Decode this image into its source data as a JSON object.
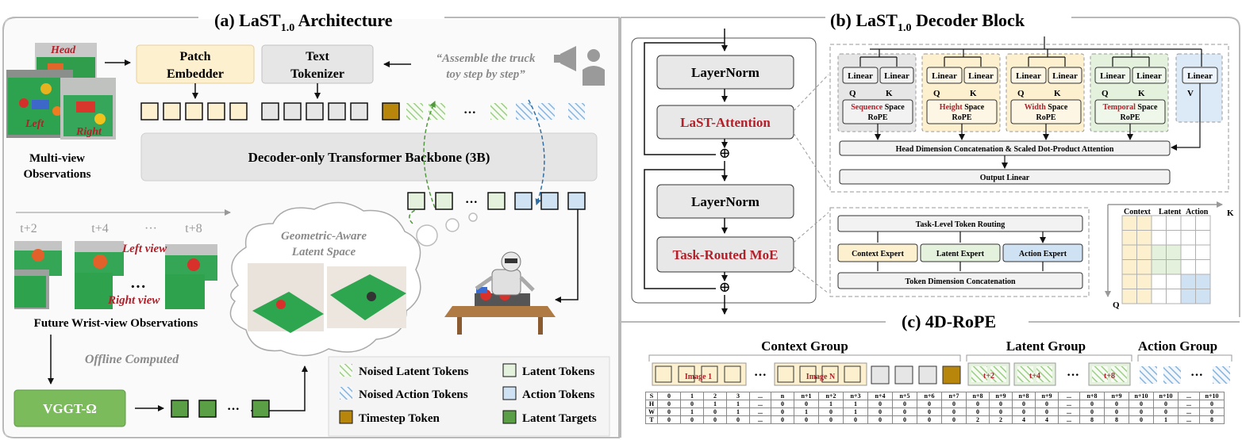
{
  "panel_a": {
    "title_main": "(a) LaST",
    "title_sub": "1.0",
    "title_rest": " Architecture",
    "view_head": "Head",
    "view_left": "Left",
    "view_right": "Right",
    "multiview_line1": "Multi-view",
    "multiview_line2": "Observations",
    "patch_embedder_line1": "Patch",
    "patch_embedder_line2": "Embedder",
    "text_tokenizer_line1": "Text",
    "text_tokenizer_line2": "Tokenizer",
    "instruction_line1": "“Assemble the truck",
    "instruction_line2": "toy step by step”",
    "ellipsis": "···",
    "backbone": "Decoder-only Transformer Backbone (3B)",
    "time_labels": [
      "t+2",
      "t+4",
      "···",
      "t+8"
    ],
    "left_view": "Left view",
    "right_view": "Right view",
    "dots": "···",
    "future_obs": "Future Wrist-view Observations",
    "latent_space_line1": "Geometric-Aware",
    "latent_space_line2": "Latent Space",
    "offline": "Offline Computed",
    "vggt": "VGGT-Ω",
    "legend": {
      "noised_latent": "Noised Latent Tokens",
      "noised_action": "Noised Action Tokens",
      "timestep": "Timestep Token",
      "latent": "Latent Tokens",
      "action": "Action Tokens",
      "latent_targets": "Latent Targets"
    }
  },
  "panel_b": {
    "title_main": "(b) LaST",
    "title_sub": "1.0",
    "title_rest": " Decoder Block",
    "layernorm1": "LayerNorm",
    "attention": "LaST-Attention",
    "layernorm2": "LayerNorm",
    "moe": "Task-Routed MoE",
    "plus": "⊕",
    "linear": "Linear",
    "q": "Q",
    "k": "K",
    "v": "V",
    "space": " Space",
    "rope": "RoPE",
    "groups": [
      {
        "key": "Sequence"
      },
      {
        "key": "Height"
      },
      {
        "key": "Width"
      },
      {
        "key": "Temporal"
      }
    ],
    "concat_attn": "Head Dimension Concatenation & Scaled Dot-Product Attention",
    "output_linear": "Output Linear",
    "routing": "Task-Level Token Routing",
    "experts": [
      "Context Expert",
      "Latent Expert",
      "Action Expert"
    ],
    "token_concat": "Token Dimension Concatenation",
    "mask_cols": [
      "Context",
      "Latent",
      "Action"
    ],
    "mask_k": "K",
    "mask_q": "Q"
  },
  "panel_c": {
    "title": "(c) 4D-RoPE",
    "context_group": "Context Group",
    "latent_group": "Latent Group",
    "action_group": "Action Group",
    "image1": "Image 1",
    "imageN": "Image N",
    "t2": "t+2",
    "t4": "t+4",
    "t8": "t+8",
    "ellipsis": "···",
    "table": [
      [
        "S",
        "0",
        "1",
        "2",
        "3",
        "...",
        "n",
        "n+1",
        "n+2",
        "n+3",
        "n+4",
        "n+5",
        "n+6",
        "n+7",
        "n+8",
        "n+9",
        "n+8",
        "n+9",
        "...",
        "n+8",
        "n+9",
        "n+10",
        "n+10",
        "...",
        "n+10"
      ],
      [
        "H",
        "0",
        "0",
        "1",
        "1",
        "...",
        "0",
        "0",
        "1",
        "1",
        "0",
        "0",
        "0",
        "0",
        "0",
        "0",
        "0",
        "0",
        "...",
        "0",
        "0",
        "0",
        "0",
        "...",
        "0"
      ],
      [
        "W",
        "0",
        "1",
        "0",
        "1",
        "...",
        "0",
        "1",
        "0",
        "1",
        "0",
        "0",
        "0",
        "0",
        "0",
        "0",
        "0",
        "0",
        "...",
        "0",
        "0",
        "0",
        "0",
        "...",
        "0"
      ],
      [
        "T",
        "0",
        "0",
        "0",
        "0",
        "...",
        "0",
        "0",
        "0",
        "0",
        "0",
        "0",
        "0",
        "0",
        "2",
        "2",
        "4",
        "4",
        "...",
        "8",
        "8",
        "0",
        "1",
        "...",
        "8"
      ]
    ]
  },
  "colors": {
    "patch": "#fdf0cf",
    "latent": "#e4f1dc",
    "action": "#cfe2f3",
    "timestep": "#b8860b",
    "latent_target": "#5a9e45",
    "vggt": "#7bbb5c",
    "red": "#b3202a"
  }
}
